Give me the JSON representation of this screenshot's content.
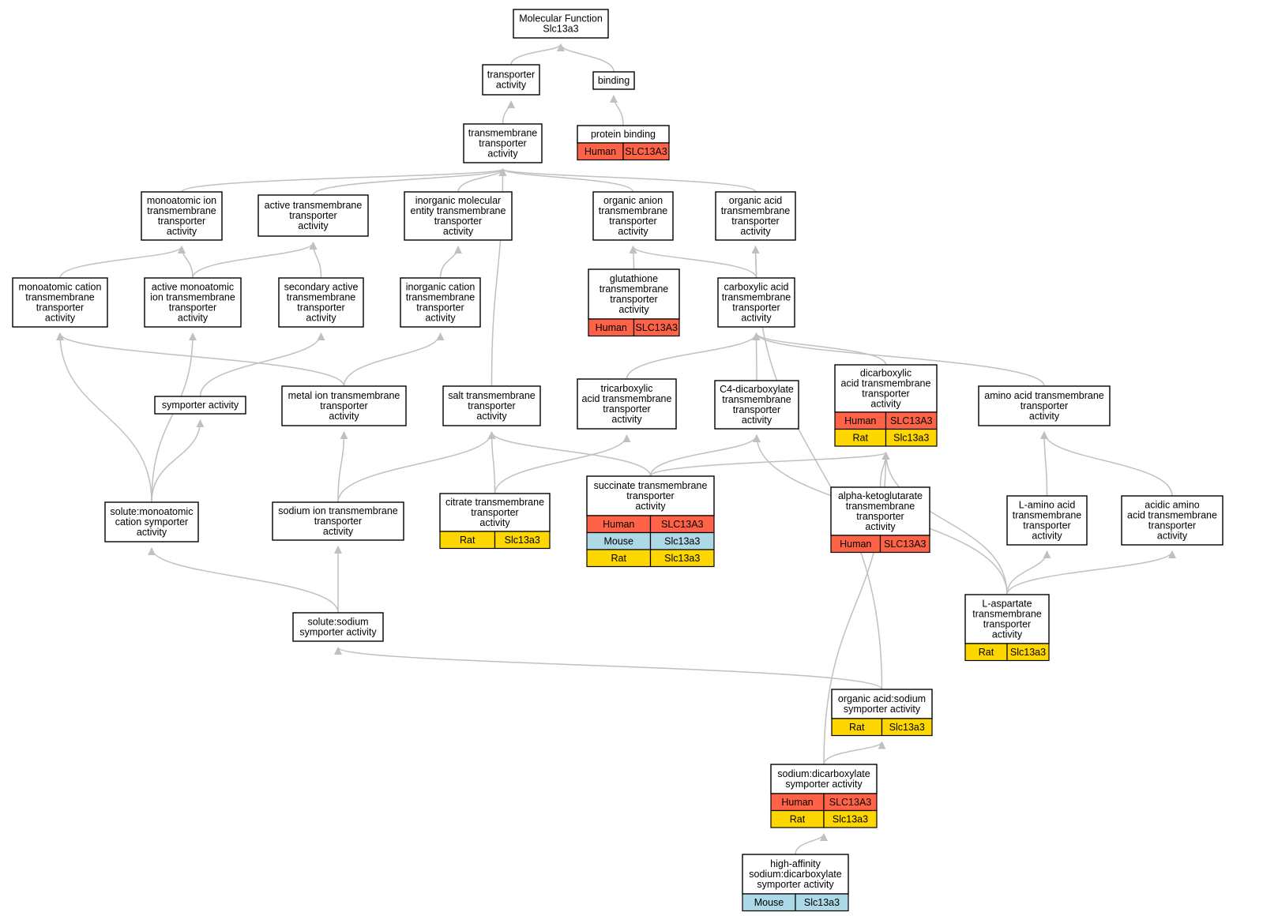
{
  "diagram": {
    "colors": {
      "Human": "#ff6347",
      "Mouse": "#add8e6",
      "Rat": "#ffd700",
      "edge": "#c0c0c0",
      "node_border": "#000000"
    },
    "nodes": [
      {
        "id": "mf",
        "lines": [
          "Molecular Function",
          "Slc13a3"
        ],
        "species": []
      },
      {
        "id": "transporter",
        "lines": [
          "transporter",
          "activity"
        ],
        "species": []
      },
      {
        "id": "binding",
        "lines": [
          "binding"
        ],
        "species": []
      },
      {
        "id": "protein_binding",
        "lines": [
          "protein binding"
        ],
        "species": [
          [
            "Human",
            "SLC13A3"
          ]
        ]
      },
      {
        "id": "tm_transporter",
        "lines": [
          "transmembrane",
          "transporter",
          "activity"
        ],
        "species": []
      },
      {
        "id": "monoatomic_ion",
        "lines": [
          "monoatomic ion",
          "transmembrane",
          "transporter",
          "activity"
        ],
        "species": []
      },
      {
        "id": "active_tm",
        "lines": [
          "active transmembrane",
          "transporter",
          "activity"
        ],
        "species": []
      },
      {
        "id": "inorganic_molecular",
        "lines": [
          "inorganic molecular",
          "entity transmembrane",
          "transporter",
          "activity"
        ],
        "species": []
      },
      {
        "id": "organic_anion",
        "lines": [
          "organic anion",
          "transmembrane",
          "transporter",
          "activity"
        ],
        "species": []
      },
      {
        "id": "organic_acid",
        "lines": [
          "organic acid",
          "transmembrane",
          "transporter",
          "activity"
        ],
        "species": []
      },
      {
        "id": "monoatomic_cation",
        "lines": [
          "monoatomic cation",
          "transmembrane",
          "transporter",
          "activity"
        ],
        "species": []
      },
      {
        "id": "active_monoatomic",
        "lines": [
          "active monoatomic",
          "ion transmembrane",
          "transporter",
          "activity"
        ],
        "species": []
      },
      {
        "id": "secondary_active",
        "lines": [
          "secondary active",
          "transmembrane",
          "transporter",
          "activity"
        ],
        "species": []
      },
      {
        "id": "inorganic_cation",
        "lines": [
          "inorganic cation",
          "transmembrane",
          "transporter",
          "activity"
        ],
        "species": []
      },
      {
        "id": "glutathione",
        "lines": [
          "glutathione",
          "transmembrane",
          "transporter",
          "activity"
        ],
        "species": [
          [
            "Human",
            "SLC13A3"
          ]
        ]
      },
      {
        "id": "carboxylic",
        "lines": [
          "carboxylic acid",
          "transmembrane",
          "transporter",
          "activity"
        ],
        "species": []
      },
      {
        "id": "symporter",
        "lines": [
          "symporter activity"
        ],
        "species": []
      },
      {
        "id": "metal_ion",
        "lines": [
          "metal ion transmembrane",
          "transporter",
          "activity"
        ],
        "species": []
      },
      {
        "id": "salt",
        "lines": [
          "salt transmembrane",
          "transporter",
          "activity"
        ],
        "species": []
      },
      {
        "id": "tricarboxylic",
        "lines": [
          "tricarboxylic",
          "acid transmembrane",
          "transporter",
          "activity"
        ],
        "species": []
      },
      {
        "id": "c4",
        "lines": [
          "C4-dicarboxylate",
          "transmembrane",
          "transporter",
          "activity"
        ],
        "species": []
      },
      {
        "id": "dicarboxylic",
        "lines": [
          "dicarboxylic",
          "acid transmembrane",
          "transporter",
          "activity"
        ],
        "species": [
          [
            "Human",
            "SLC13A3"
          ],
          [
            "Rat",
            "Slc13a3"
          ]
        ]
      },
      {
        "id": "amino_acid",
        "lines": [
          "amino acid transmembrane",
          "transporter",
          "activity"
        ],
        "species": []
      },
      {
        "id": "solute_monoatomic",
        "lines": [
          "solute:monoatomic",
          "cation symporter",
          "activity"
        ],
        "species": []
      },
      {
        "id": "sodium_ion",
        "lines": [
          "sodium ion transmembrane",
          "transporter",
          "activity"
        ],
        "species": []
      },
      {
        "id": "citrate",
        "lines": [
          "citrate transmembrane",
          "transporter",
          "activity"
        ],
        "species": [
          [
            "Rat",
            "Slc13a3"
          ]
        ]
      },
      {
        "id": "succinate",
        "lines": [
          "succinate transmembrane",
          "transporter",
          "activity"
        ],
        "species": [
          [
            "Human",
            "SLC13A3"
          ],
          [
            "Mouse",
            "Slc13a3"
          ],
          [
            "Rat",
            "Slc13a3"
          ]
        ]
      },
      {
        "id": "alpha_kg",
        "lines": [
          "alpha-ketoglutarate",
          "transmembrane",
          "transporter",
          "activity"
        ],
        "species": [
          [
            "Human",
            "SLC13A3"
          ]
        ]
      },
      {
        "id": "l_amino",
        "lines": [
          "L-amino acid",
          "transmembrane",
          "transporter",
          "activity"
        ],
        "species": []
      },
      {
        "id": "acidic_amino",
        "lines": [
          "acidic amino",
          "acid transmembrane",
          "transporter",
          "activity"
        ],
        "species": []
      },
      {
        "id": "solute_sodium",
        "lines": [
          "solute:sodium",
          "symporter activity"
        ],
        "species": []
      },
      {
        "id": "l_aspartate",
        "lines": [
          "L-aspartate",
          "transmembrane",
          "transporter",
          "activity"
        ],
        "species": [
          [
            "Rat",
            "Slc13a3"
          ]
        ]
      },
      {
        "id": "organic_acid_sodium",
        "lines": [
          "organic acid:sodium",
          "symporter activity"
        ],
        "species": [
          [
            "Rat",
            "Slc13a3"
          ]
        ]
      },
      {
        "id": "sodium_dicarboxylate",
        "lines": [
          "sodium:dicarboxylate",
          "symporter activity"
        ],
        "species": [
          [
            "Human",
            "SLC13A3"
          ],
          [
            "Rat",
            "Slc13a3"
          ]
        ]
      },
      {
        "id": "high_affinity",
        "lines": [
          "high-affinity",
          "sodium:dicarboxylate",
          "symporter activity"
        ],
        "species": [
          [
            "Mouse",
            "Slc13a3"
          ]
        ]
      }
    ],
    "edges": [
      [
        "transporter",
        "mf"
      ],
      [
        "binding",
        "mf"
      ],
      [
        "protein_binding",
        "binding"
      ],
      [
        "tm_transporter",
        "transporter"
      ],
      [
        "monoatomic_ion",
        "tm_transporter"
      ],
      [
        "active_tm",
        "tm_transporter"
      ],
      [
        "inorganic_molecular",
        "tm_transporter"
      ],
      [
        "organic_anion",
        "tm_transporter"
      ],
      [
        "organic_acid",
        "tm_transporter"
      ],
      [
        "salt",
        "tm_transporter"
      ],
      [
        "monoatomic_cation",
        "monoatomic_ion"
      ],
      [
        "active_monoatomic",
        "monoatomic_ion"
      ],
      [
        "active_monoatomic",
        "active_tm"
      ],
      [
        "secondary_active",
        "active_tm"
      ],
      [
        "inorganic_cation",
        "inorganic_molecular"
      ],
      [
        "glutathione",
        "organic_anion"
      ],
      [
        "carboxylic",
        "organic_anion"
      ],
      [
        "carboxylic",
        "organic_acid"
      ],
      [
        "symporter",
        "secondary_active"
      ],
      [
        "metal_ion",
        "monoatomic_cation"
      ],
      [
        "metal_ion",
        "inorganic_cation"
      ],
      [
        "tricarboxylic",
        "carboxylic"
      ],
      [
        "c4",
        "carboxylic"
      ],
      [
        "dicarboxylic",
        "carboxylic"
      ],
      [
        "amino_acid",
        "carboxylic"
      ],
      [
        "solute_monoatomic",
        "monoatomic_cation"
      ],
      [
        "solute_monoatomic",
        "active_monoatomic"
      ],
      [
        "solute_monoatomic",
        "symporter"
      ],
      [
        "sodium_ion",
        "metal_ion"
      ],
      [
        "sodium_ion",
        "salt"
      ],
      [
        "citrate",
        "salt"
      ],
      [
        "citrate",
        "tricarboxylic"
      ],
      [
        "succinate",
        "salt"
      ],
      [
        "succinate",
        "c4"
      ],
      [
        "succinate",
        "dicarboxylic"
      ],
      [
        "alpha_kg",
        "dicarboxylic"
      ],
      [
        "l_amino",
        "amino_acid"
      ],
      [
        "acidic_amino",
        "amino_acid"
      ],
      [
        "solute_sodium",
        "solute_monoatomic"
      ],
      [
        "solute_sodium",
        "sodium_ion"
      ],
      [
        "l_aspartate",
        "dicarboxylic"
      ],
      [
        "l_aspartate",
        "c4"
      ],
      [
        "l_aspartate",
        "l_amino"
      ],
      [
        "l_aspartate",
        "acidic_amino"
      ],
      [
        "organic_acid_sodium",
        "solute_sodium"
      ],
      [
        "organic_acid_sodium",
        "organic_acid"
      ],
      [
        "sodium_dicarboxylate",
        "organic_acid_sodium"
      ],
      [
        "sodium_dicarboxylate",
        "dicarboxylic"
      ],
      [
        "high_affinity",
        "sodium_dicarboxylate"
      ]
    ]
  }
}
